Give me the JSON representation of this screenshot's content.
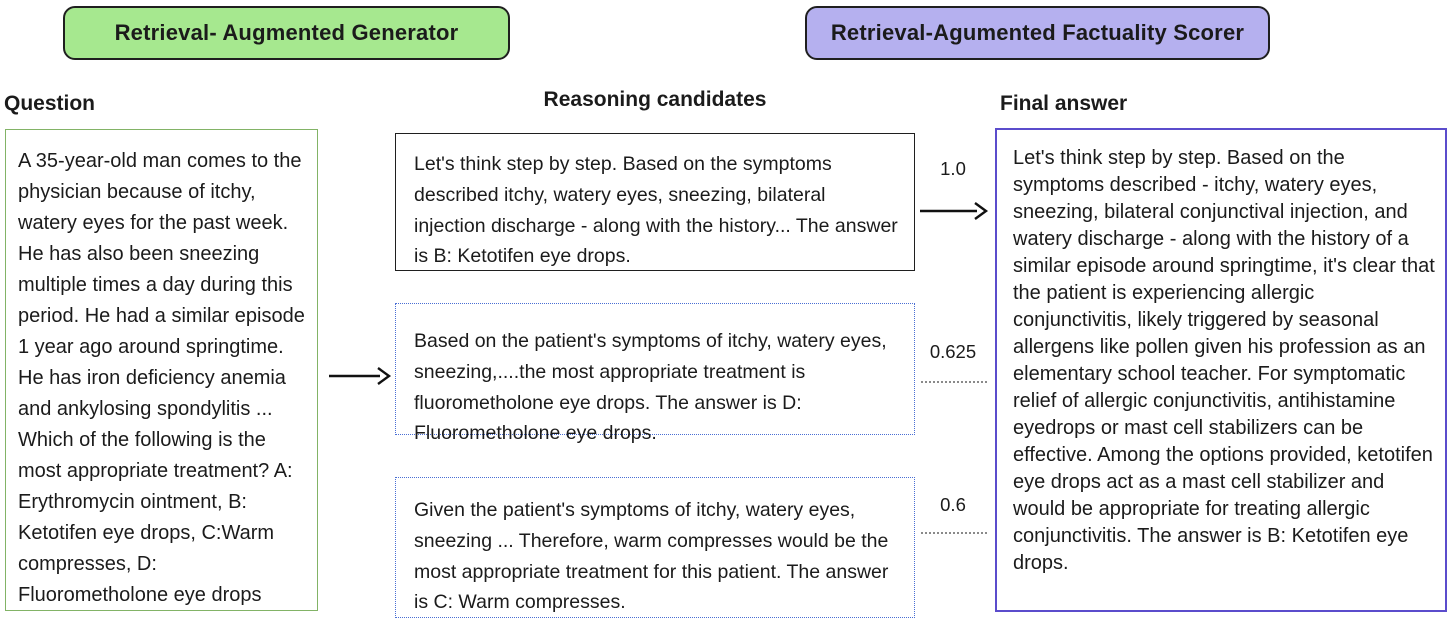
{
  "header": {
    "generator_label": "Retrieval- Augmented Generator",
    "scorer_label": "Retrieval-Agumented Factuality Scorer"
  },
  "question": {
    "title": "Question",
    "text": "A 35-year-old man comes to the physician because of itchy, watery eyes for the past week. He has also been sneezing multiple times a day during this period. He had a similar episode 1 year ago around springtime. He has iron deficiency anemia and ankylosing spondylitis ... Which of the following is the most appropriate treatment? A: Erythromycin ointment, B: Ketotifen eye drops, C:Warm compresses, D: Fluorometholone eye drops"
  },
  "candidates": {
    "title": "Reasoning candidates",
    "items": [
      {
        "text": "Let's think step by step. Based on the symptoms described itchy, watery eyes, sneezing, bilateral injection discharge - along with the history... The answer is B: Ketotifen eye drops.",
        "score": "1.0",
        "border_style": "solid",
        "connector": "solid-arrow"
      },
      {
        "text": "Based on the patient's symptoms of itchy, watery eyes, sneezing,....the most appropriate treatment is fluorometholone eye drops. The answer is D: Fluorometholone eye drops.",
        "score": "0.625",
        "border_style": "dotted",
        "connector": "dotted-line"
      },
      {
        "text": "Given the patient's symptoms of itchy, watery eyes, sneezing ... Therefore, warm compresses would be the most appropriate treatment for this patient. The answer is C: Warm compresses.",
        "score": "0.6",
        "border_style": "dotted",
        "connector": "dotted-line"
      }
    ]
  },
  "final_answer": {
    "title": "Final answer",
    "text": "Let's think step by step. Based on the symptoms described - itchy, watery eyes, sneezing, bilateral conjunctival injection, and watery discharge - along with the history of a similar episode around springtime, it's clear that the patient is experiencing allergic conjunctivitis, likely triggered by seasonal allergens like pollen given his profession as an elementary school teacher. For symptomatic relief of allergic conjunctivitis, antihistamine eyedrops or mast cell stabilizers can be effective. Among the options provided, ketotifen eye drops act as a mast cell stabilizer and would be appropriate for treating allergic conjunctivitis. The answer is B: Ketotifen eye drops."
  },
  "colors": {
    "generator_fill": "#a6e88f",
    "scorer_fill": "#b5b0ef",
    "question_border": "#82b366",
    "candidate_solid_border": "#1f1f1f",
    "candidate_dotted_border": "#4a6fd4",
    "final_border": "#5b4ccc",
    "separator_color": "#8a8a8a"
  }
}
